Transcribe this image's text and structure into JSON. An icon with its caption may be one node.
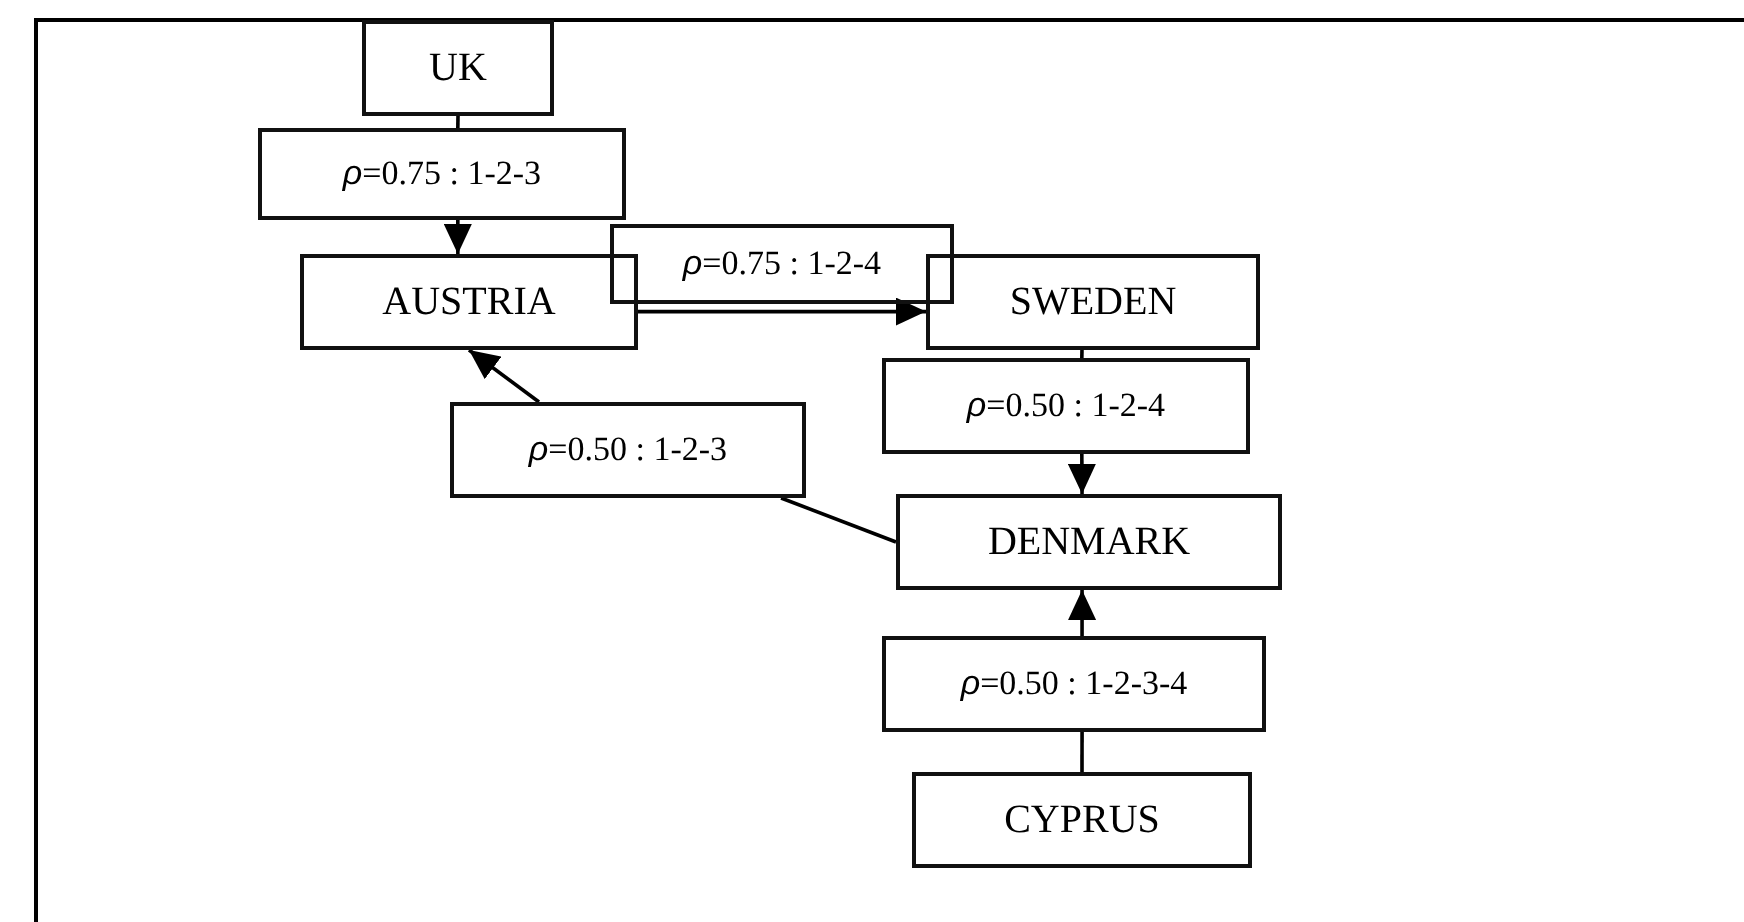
{
  "diagram": {
    "nodes": [
      {
        "text": [
          "UK"
        ]
      },
      {
        "text": [
          "AUSTRIA"
        ]
      },
      {
        "text": [
          "SWEDEN"
        ]
      },
      {
        "text": [
          "DENMARK"
        ]
      },
      {
        "text": [
          "CYPRUS"
        ]
      },
      {
        "text": [
          "*ρ*=0.75 : 1-2-3"
        ]
      },
      {
        "text": [
          "*ρ*=0.75 : 1-2-4"
        ]
      },
      {
        "text": [
          "*ρ*=0.50 : 1-2-4"
        ]
      },
      {
        "text": [
          "*ρ*=0.50 : 1-2-3"
        ]
      },
      {
        "text": [
          "*ρ*=0.50 : 1-2-3-4"
        ]
      }
    ],
    "edges": [
      {
        "from": 0,
        "to": 5,
        "arrow": "none"
      },
      {
        "from": 5,
        "to": 1,
        "arrow": "to"
      },
      {
        "from": 1,
        "to": 2,
        "arrow": "to"
      },
      {
        "from": 2,
        "to": 7,
        "arrow": "none"
      },
      {
        "from": 7,
        "to": 3,
        "arrow": "to"
      },
      {
        "from": 3,
        "to": 8,
        "arrow": "none"
      },
      {
        "from": 8,
        "to": 1,
        "arrow": "to"
      },
      {
        "from": 4,
        "to": 9,
        "arrow": "none"
      },
      {
        "from": 9,
        "to": 3,
        "arrow": "to"
      }
    ]
  }
}
